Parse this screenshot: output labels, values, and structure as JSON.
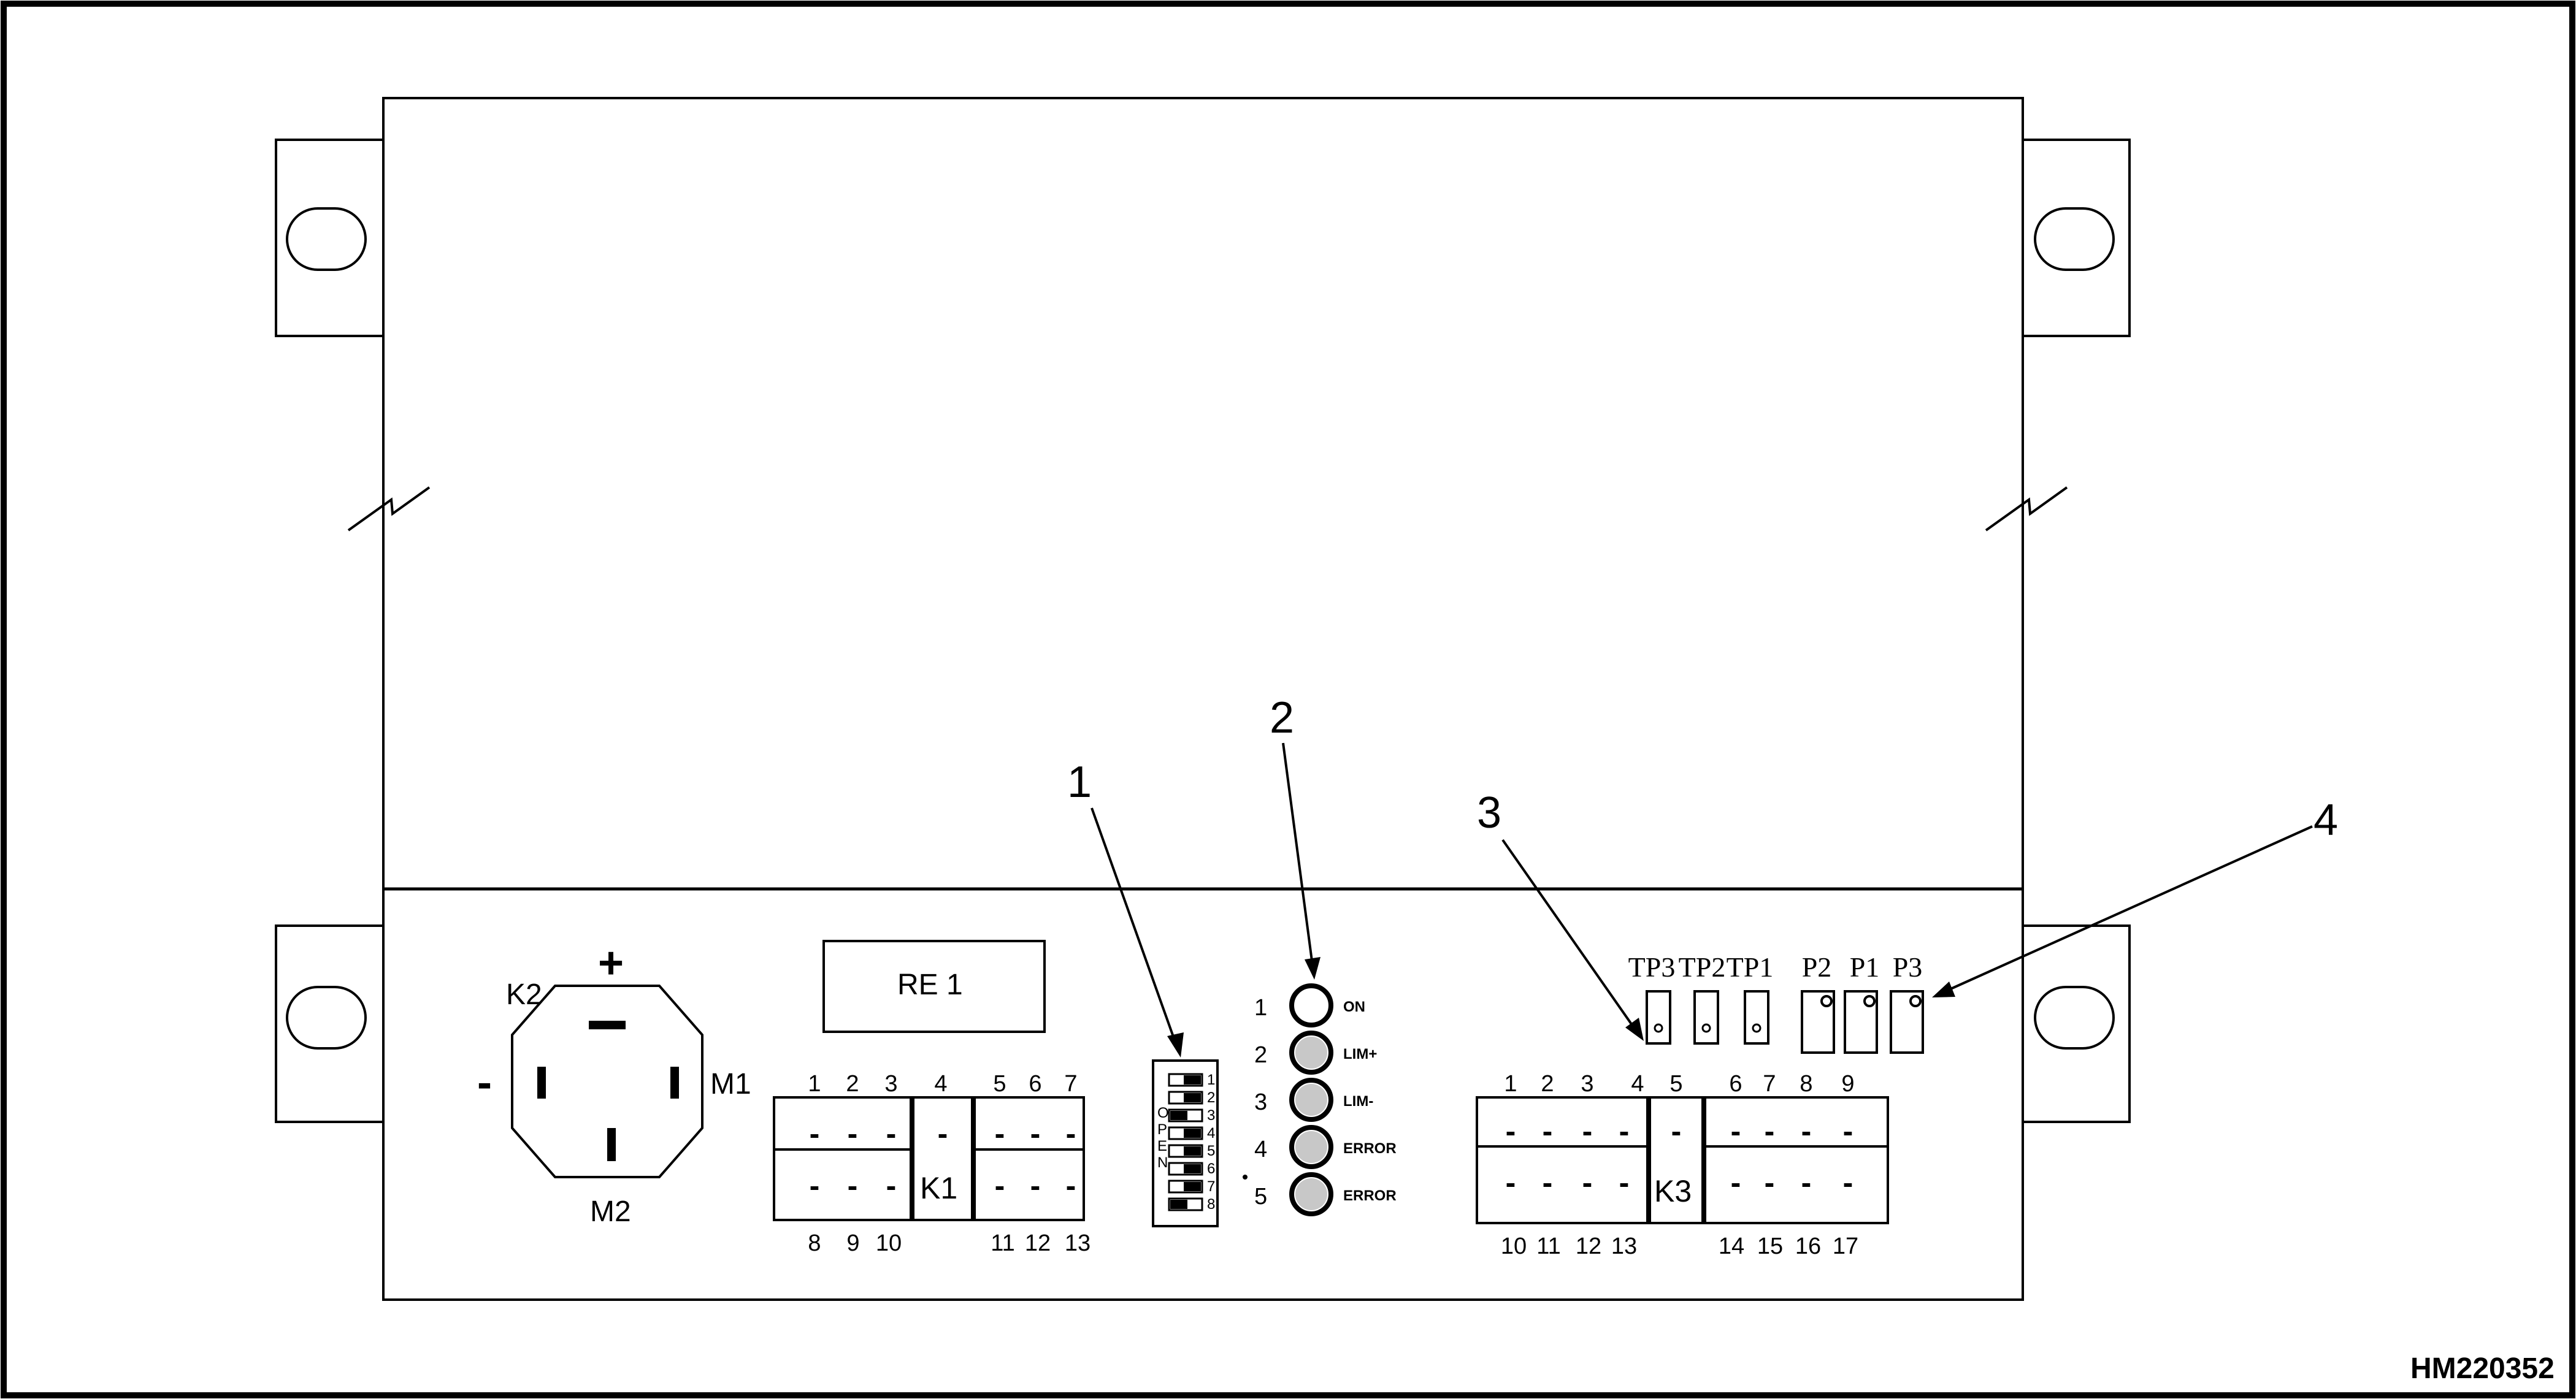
{
  "figure_id": "HM220352",
  "callouts": [
    "1",
    "2",
    "3",
    "4"
  ],
  "motor_connector": {
    "k2_label": "K2",
    "plus": "+",
    "minus": "-",
    "m1_label": "M1",
    "m2_label": "M2"
  },
  "relay_label": "RE 1",
  "k1": {
    "label": "K1",
    "top_pins": [
      "1",
      "2",
      "3",
      "4",
      "5",
      "6",
      "7"
    ],
    "bottom_pins": [
      "8",
      "9",
      "10",
      "11",
      "12",
      "13"
    ]
  },
  "dip_switch": {
    "numbers": [
      "1",
      "2",
      "3",
      "4",
      "5",
      "6",
      "7",
      "8"
    ],
    "side_letters": [
      "O",
      "P",
      "E",
      "N"
    ]
  },
  "leds": [
    {
      "num": "1",
      "label": "ON"
    },
    {
      "num": "2",
      "label": "LIM+"
    },
    {
      "num": "3",
      "label": "LIM-"
    },
    {
      "num": "4",
      "label": "ERROR"
    },
    {
      "num": "5",
      "label": "ERROR"
    }
  ],
  "k3": {
    "label": "K3",
    "top_pins": [
      "1",
      "2",
      "3",
      "4",
      "5",
      "6",
      "7",
      "8",
      "9"
    ],
    "bottom_pins": [
      "10",
      "11",
      "12",
      "13",
      "14",
      "15",
      "16",
      "17"
    ]
  },
  "test_points": [
    "TP3",
    "TP2",
    "TP1"
  ],
  "potentiometers": [
    "P2",
    "P1",
    "P3"
  ],
  "dash_glyph": "-"
}
